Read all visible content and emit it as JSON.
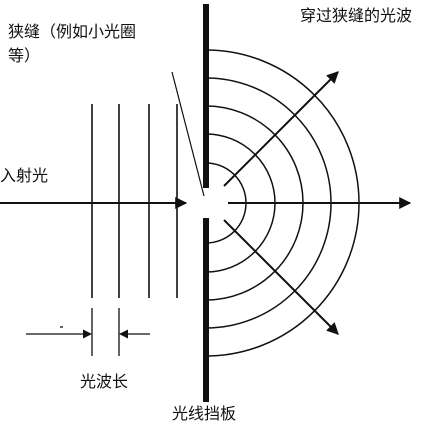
{
  "labels": {
    "slit_line1": "狭缝（例如小光圈",
    "slit_line2": "等）",
    "wave_through": "穿过狭缝的光波",
    "incident": "入射光",
    "wavelength": "光波长",
    "barrier": "光线挡板"
  },
  "colors": {
    "stroke": "#111111",
    "text": "#111111",
    "background": "#ffffff"
  }
}
